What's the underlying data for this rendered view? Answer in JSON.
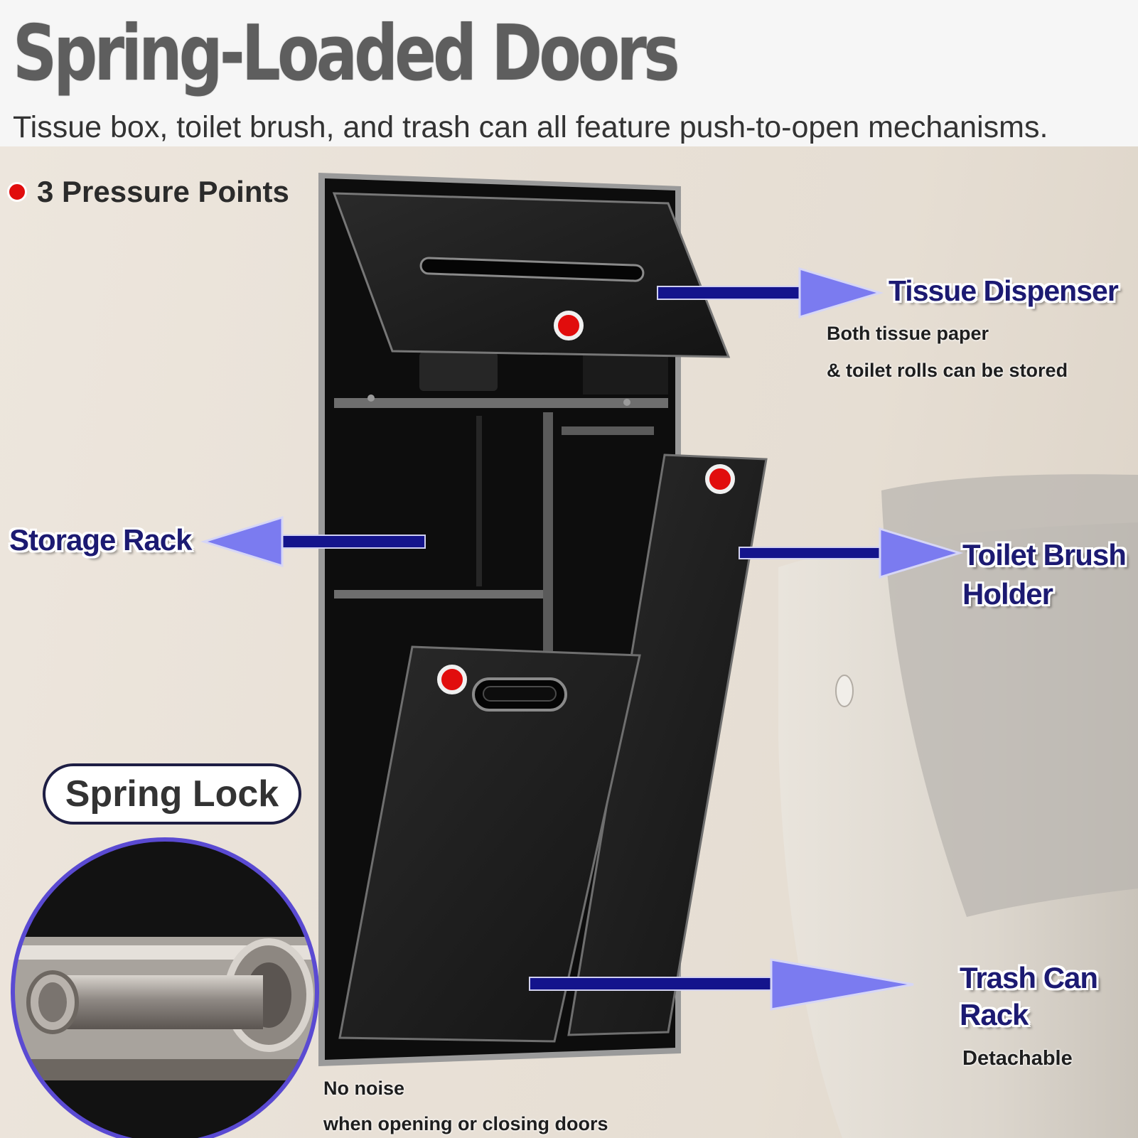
{
  "header": {
    "title": "Spring-Loaded Doors",
    "subtitle": "Tissue box, toilet brush, and trash can all feature push-to-open mechanisms."
  },
  "legend": {
    "pressure_points": "3 Pressure Points",
    "dot_color": "#e10d0d"
  },
  "callouts": {
    "tissue_dispenser": {
      "title": "Tissue Dispenser",
      "note_line1": "Both tissue paper",
      "note_line2": "& toilet rolls can be stored"
    },
    "storage_rack": {
      "title": "Storage Rack"
    },
    "toilet_brush_holder": {
      "title_line1": "Toilet Brush",
      "title_line2": "Holder"
    },
    "trash_can_rack": {
      "title_line1": "Trash Can",
      "title_line2": "Rack",
      "note": "Detachable"
    }
  },
  "spring_lock": {
    "label": "Spring Lock",
    "note_line1": "No noise",
    "note_line2": "when opening or closing doors"
  },
  "colors": {
    "arrow_fill": "#7b7bf0",
    "arrow_shaft": "#14148c",
    "callout_text": "#1c1a72",
    "cabinet": "#111111",
    "frame": "#8c8c8c"
  }
}
